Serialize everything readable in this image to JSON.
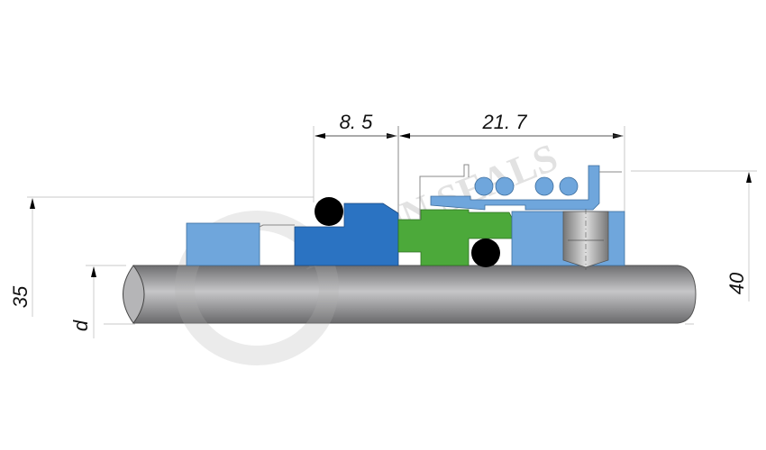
{
  "dimensions": {
    "length_1": "8. 5",
    "length_2": "21. 7",
    "height_left": "35",
    "shaft_diameter": "d",
    "height_right": "40"
  },
  "watermark": {
    "text": "BETON SEALS"
  },
  "colors": {
    "light_blue": "#6fa6dc",
    "dark_blue": "#2b73c2",
    "green": "#4ca93a",
    "o_ring": "#000000",
    "shaft": "#a9a9ab"
  }
}
